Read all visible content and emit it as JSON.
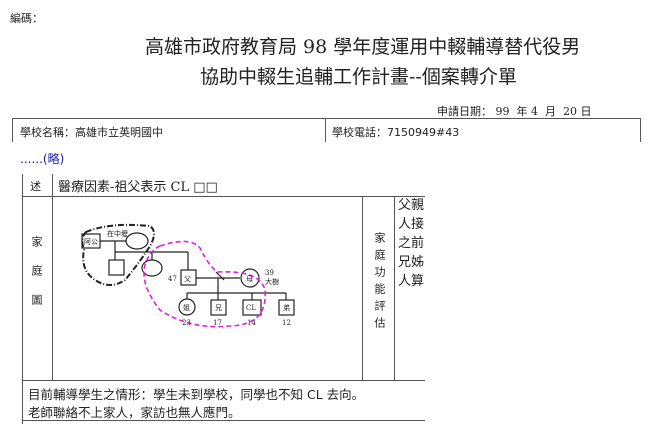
{
  "header": {
    "code_label": "編碼：",
    "title_line1": "高雄市政府教育局 98 學年度運用中輟輔導替代役男",
    "title_line2": "協助中輟生追輔工作計畫--個案轉介單"
  },
  "application_date": {
    "label": "申請日期：",
    "year": "99",
    "year_unit": "年",
    "month": "4",
    "month_unit": "月",
    "day": "20",
    "day_unit": "日"
  },
  "school": {
    "name": "學校名稱：高雄市立英明國中",
    "phone": "學校電話：7150949#43"
  },
  "omitted": "......(略)",
  "description": {
    "label": "述",
    "text": "醫療因素-祖父表示 CL □□"
  },
  "family_diagram": {
    "label": "家庭圖",
    "members": {
      "grandfather": "阿公",
      "grand_location": "在中壢",
      "father": "父",
      "father_age": "47",
      "mother": "母",
      "mother_age": "39",
      "mother_location": "大樹",
      "sister": "姐",
      "sister_age": "23",
      "brother": "兄",
      "brother_age": "17",
      "client": "CL",
      "client_age": "14",
      "younger_brother": "弟",
      "younger_brother_age": "12"
    }
  },
  "family_function": {
    "label": "家庭功能評估",
    "lines": [
      "父親",
      "人接",
      "之前",
      "兄姊",
      "人算"
    ]
  },
  "current_situation": {
    "line1": "目前輔導學生之情形：學生未到學校，同學也不知 CL 去向。",
    "line2": "老師聯絡不上家人，家訪也無人應門。"
  },
  "colors": {
    "highlight_loop": "#e020e0",
    "link": "#1a1aa0"
  }
}
